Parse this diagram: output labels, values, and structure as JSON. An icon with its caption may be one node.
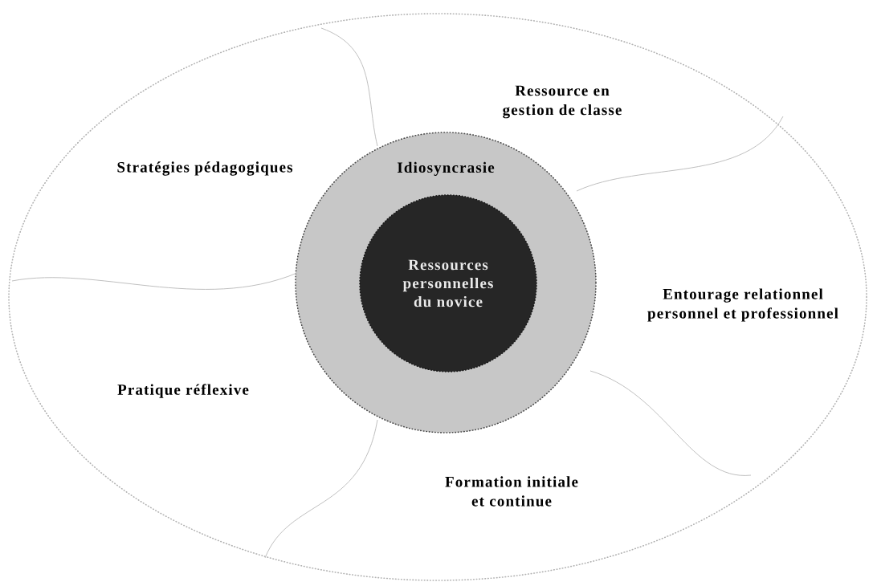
{
  "diagram": {
    "nodes": [
      {
        "text": [],
        "shape": "ellipse"
      },
      {
        "text": [
          "Idiosyncrasie"
        ],
        "in": 0
      },
      {
        "text": [
          "Ressources personnelles du novice"
        ],
        "in": 1
      }
    ],
    "labels": [
      "Ressource en gestion de classe",
      "Stratégies pédagogiques",
      "Entourage relationnel personnel et professionnel",
      "Pratique réflexive",
      "Formation initiale et continue"
    ]
  }
}
